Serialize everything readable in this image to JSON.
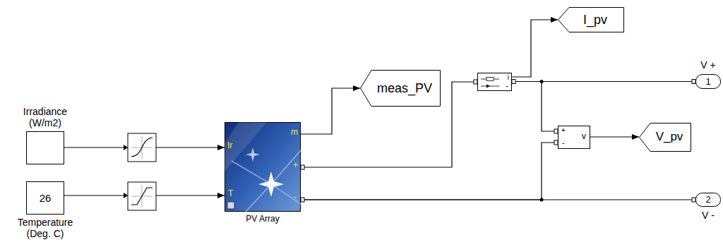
{
  "diagram": {
    "nodes": [
      {
        "text": [
          "Irradiance (W/m2)"
        ]
      },
      {
        "text": [
          "26",
          "Temperature (Deg. C)"
        ]
      },
      {
        "text": [
          "Ir",
          "T",
          "m",
          "+",
          "-",
          "PV Array"
        ]
      },
      {
        "text": [
          "meas_PV"
        ]
      },
      {
        "text": [
          "i",
          "-"
        ]
      },
      {
        "text": [
          "I_pv"
        ]
      },
      {
        "text": [
          "+",
          "-",
          "v"
        ]
      },
      {
        "text": [
          "V_pv"
        ]
      },
      {
        "text": [
          "1",
          "V +"
        ]
      },
      {
        "text": [
          "2",
          "V -"
        ]
      }
    ],
    "edges": [
      {
        "from": 0,
        "to": 2,
        "arrow": "to"
      },
      {
        "from": 1,
        "to": 2,
        "arrow": "to"
      },
      {
        "from": 2,
        "to": 3,
        "arrow": "to"
      },
      {
        "from": 2,
        "to": 4,
        "arrow": "none"
      },
      {
        "from": 4,
        "to": 5,
        "arrow": "to"
      },
      {
        "from": 4,
        "to": 8,
        "arrow": "none"
      },
      {
        "from": 4,
        "to": 6,
        "arrow": "none"
      },
      {
        "from": 6,
        "to": 7,
        "arrow": "to"
      },
      {
        "from": 2,
        "to": 9,
        "arrow": "none"
      },
      {
        "from": 2,
        "to": 6,
        "arrow": "none"
      }
    ]
  }
}
